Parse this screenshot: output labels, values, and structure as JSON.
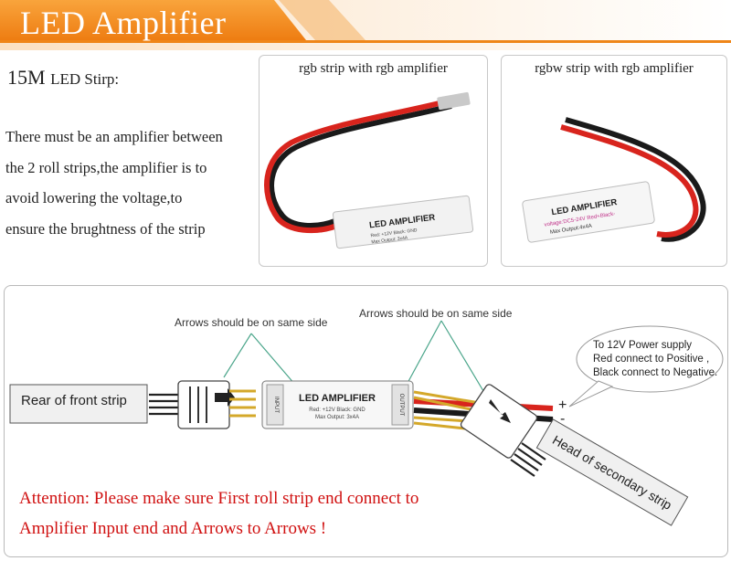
{
  "banner": {
    "title": "LED Amplifier"
  },
  "intro": {
    "length": "15M",
    "label": "LED Stirp:",
    "lines": [
      "There must be an amplifier between",
      "the 2 roll strips,the amplifier is to",
      "avoid lowering the voltage,to",
      "ensure the brughtness of the strip"
    ]
  },
  "photos": [
    {
      "caption": "rgb strip with rgb amplifier",
      "module_title": "LED AMPLIFIER",
      "module_line1": "Red: +12V  Black: GND",
      "module_line2": "Max Output: 3x4A"
    },
    {
      "caption": "rgbw strip with rgb amplifier",
      "module_title": "LED AMPLIFIER",
      "module_line1": "voltage:DC5-24V  Red+Black-",
      "module_line2": "Max Output:4x4A"
    }
  ],
  "diagram": {
    "arrow_note_1": "Arrows should be on same side",
    "arrow_note_2": "Arrows should be on same side",
    "power_note": [
      "To 12V Power supply",
      "Red connect to Positive ,",
      "Black connect to Negative."
    ],
    "rear_strip": "Rear of front strip",
    "head_strip": "Head of secondary strip",
    "amp_title": "LED AMPLIFIER",
    "amp_line1": "Red: +12V  Black: GND",
    "amp_line2": "Max Output: 3x4A",
    "input_label": "INPUT",
    "output_label": "OUTPUT",
    "plus": "+",
    "minus": "-"
  },
  "attention": [
    "Attention: Please make sure First roll strip end connect to",
    "Amplifier Input end  and Arrows to Arrows !"
  ],
  "colors": {
    "banner_orange": "#f08a1c",
    "wire_red": "#d8241d",
    "wire_black": "#1a1a1a",
    "attention_red": "#d01010",
    "note_green": "#4aa58a"
  }
}
